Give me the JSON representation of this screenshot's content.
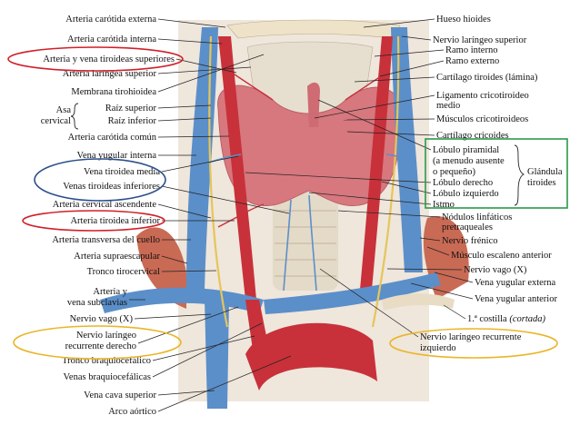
{
  "labels_left": [
    {
      "id": "l1",
      "text": "Arteria carótida externa"
    },
    {
      "id": "l2",
      "text": "Arteria carótida interna"
    },
    {
      "id": "l3",
      "text": "Arteria y vena tiroideas superiores"
    },
    {
      "id": "l4",
      "text": "Arteria laríngea superior"
    },
    {
      "id": "l5",
      "text": "Membrana tirohioidea"
    },
    {
      "id": "l6",
      "text": "Raíz superior"
    },
    {
      "id": "l7",
      "text": "Raíz inferior"
    },
    {
      "id": "l8",
      "text": "Arteria carótida común"
    },
    {
      "id": "l9",
      "text": "Vena yugular interna"
    },
    {
      "id": "l10",
      "text": "Vena tiroidea media"
    },
    {
      "id": "l11",
      "text": "Venas tiroideas inferiores"
    },
    {
      "id": "l12",
      "text": "Arteria cervical ascendente"
    },
    {
      "id": "l13",
      "text": "Arteria tiroidea inferior"
    },
    {
      "id": "l14",
      "text": "Arteria transversa del cuello"
    },
    {
      "id": "l15",
      "text": "Arteria supraescapular"
    },
    {
      "id": "l16",
      "text": "Tronco tirocervical"
    },
    {
      "id": "l17a",
      "text": "Arteria y"
    },
    {
      "id": "l17b",
      "text": "vena subclavias"
    },
    {
      "id": "l18",
      "text": "Nervio vago (X)"
    },
    {
      "id": "l19a",
      "text": "Nervio laríngeo"
    },
    {
      "id": "l19b",
      "text": "recurrente derecho"
    },
    {
      "id": "l20",
      "text": "Tronco braquiocefálico"
    },
    {
      "id": "l21",
      "text": "Venas braquiocefálicas"
    },
    {
      "id": "l22",
      "text": "Vena cava superior"
    },
    {
      "id": "l23",
      "text": "Arco aórtico"
    }
  ],
  "asa_cervical": {
    "line1": "Asa",
    "line2": "cervical"
  },
  "labels_right": [
    {
      "id": "r1",
      "text": "Hueso hioides"
    },
    {
      "id": "r2",
      "text": "Nervio laríngeo superior"
    },
    {
      "id": "r3",
      "text": "Ramo interno"
    },
    {
      "id": "r4",
      "text": "Ramo externo"
    },
    {
      "id": "r5",
      "text": "Cartílago tiroides (lámina)"
    },
    {
      "id": "r6a",
      "text": "Ligamento cricotiroideo"
    },
    {
      "id": "r6b",
      "text": "medio"
    },
    {
      "id": "r7",
      "text": "Músculos cricotiroideos"
    },
    {
      "id": "r8",
      "text": "Cartílago cricoides"
    },
    {
      "id": "r9a",
      "text": "Lóbulo piramidal"
    },
    {
      "id": "r9b",
      "text": "(a menudo ausente"
    },
    {
      "id": "r9c",
      "text": "o pequeño)"
    },
    {
      "id": "r10",
      "text": "Lóbulo derecho"
    },
    {
      "id": "r11",
      "text": "Lóbulo izquierdo"
    },
    {
      "id": "r12",
      "text": "Istmo"
    },
    {
      "id": "r13a",
      "text": "Nódulos linfáticos"
    },
    {
      "id": "r13b",
      "text": "pretraqueales"
    },
    {
      "id": "r14",
      "text": "Nervio frénico"
    },
    {
      "id": "r15",
      "text": "Músculo escaleno anterior"
    },
    {
      "id": "r16",
      "text": "Nervio vago (X)"
    },
    {
      "id": "r17",
      "text": "Vena yugular externa"
    },
    {
      "id": "r18",
      "text": "Vena yugular anterior"
    },
    {
      "id": "r19a",
      "text": "1.ª costilla "
    },
    {
      "id": "r19b",
      "text": "(cortada)"
    },
    {
      "id": "r20a",
      "text": "Nervio laríngeo recurrente"
    },
    {
      "id": "r20b",
      "text": "izquierdo"
    }
  ],
  "glandula_tiroides": {
    "line1": "Glándula",
    "line2": "tiroides"
  },
  "colors": {
    "artery": "#c8313a",
    "vein": "#5b8fc9",
    "gland": "#d7777e",
    "cartilage": "#e4dcc8",
    "nerve": "#e6c55a",
    "highlight_red": "#d0202a",
    "highlight_blue": "#2b4f8a",
    "highlight_yellow": "#e9b628",
    "highlight_green": "#2a9a4a"
  }
}
